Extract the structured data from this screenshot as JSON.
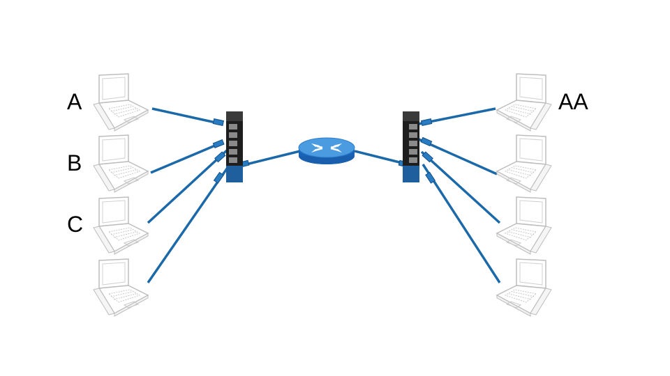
{
  "labels": {
    "a": "A",
    "b": "B",
    "c": "C",
    "aa": "AA"
  },
  "colors": {
    "cable": "#1b69a8",
    "router_top": "#4a9be0",
    "router_side": "#1a64b8",
    "switch_body": "#1e1e1e",
    "switch_base": "#1f5f9e",
    "laptop_outline": "#bdbdbd"
  },
  "icons": {
    "laptop": "laptop-icon",
    "switch": "network-switch-icon",
    "router": "router-icon"
  }
}
